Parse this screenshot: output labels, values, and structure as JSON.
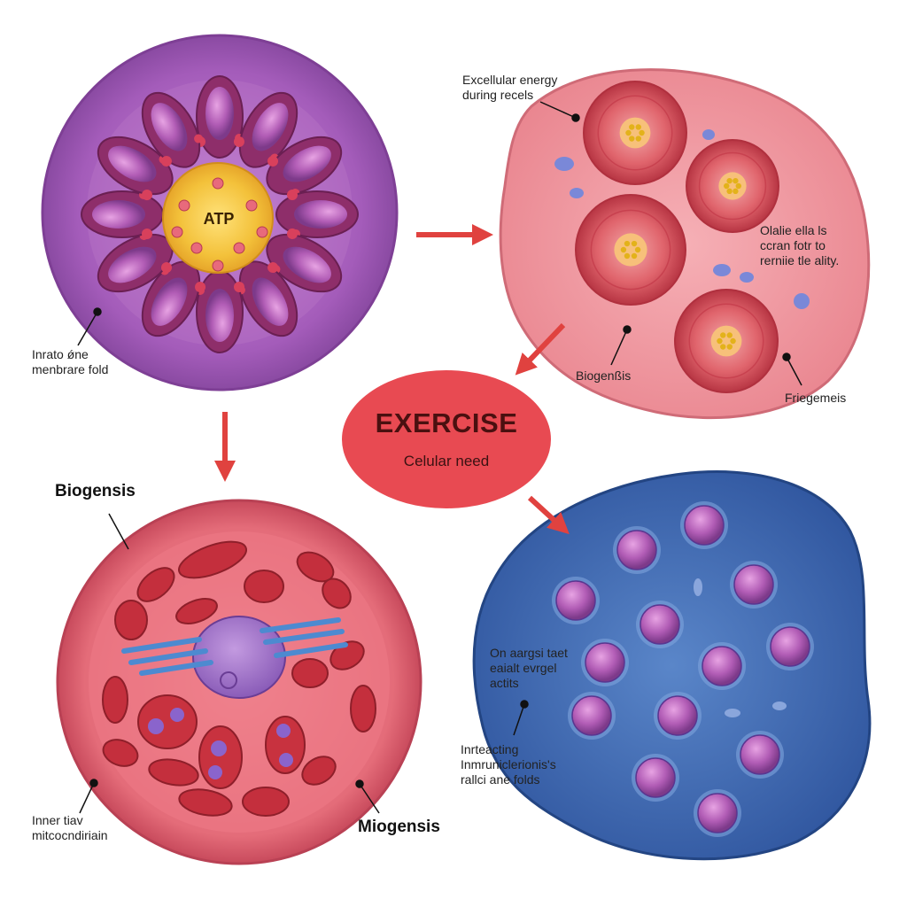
{
  "atp_cell": {
    "center_label": "ATP",
    "callout": [
      "Inrato ǿne",
      "menbrare fold"
    ]
  },
  "top_right_cell": {
    "callout_top": [
      "Excellular energy",
      "during recels"
    ],
    "callout_side": [
      "Olalie ella ls",
      "ccran fotr to",
      "rerniie tle ality."
    ],
    "callout_bottom_left": "Biogenßis",
    "callout_bottom_right": "Friegemeis"
  },
  "exercise": {
    "title": "EXERCISE",
    "subtitle": "Celular need"
  },
  "bottom_left_cell": {
    "title": "Biogensis",
    "callout_left": [
      "Inner tiav",
      "mitcocndiriain"
    ],
    "callout_right": "Miogensis"
  },
  "bottom_right_cell": {
    "callout_top": [
      "On aargsi taet",
      "eaialt evrgel",
      "actits"
    ],
    "callout_bottom": [
      "Inrteacting",
      "Inmruniclerionis's",
      "rallci ane folds"
    ]
  },
  "colors": {
    "purple_cell": "#a45cba",
    "pink_cell": "#ee8c96",
    "red_cell": "#e06a78",
    "blue_cell": "#3f67b0",
    "exercise_oval": "#e84a52",
    "arrow": "#e0423f",
    "atp_core": "#f3c13a"
  }
}
